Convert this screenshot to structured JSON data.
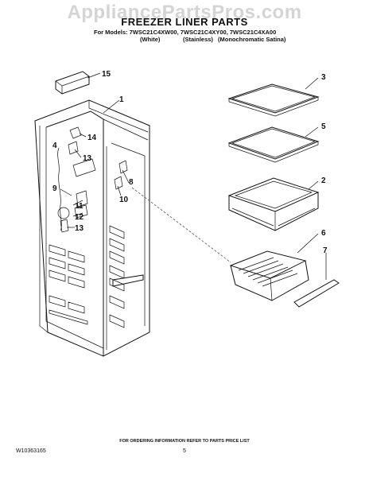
{
  "watermark": "AppliancePartsPros.com",
  "title": "FREEZER LINER PARTS",
  "models_line": "For Models: 7WSC21C4XW00, 7WSC21C4XY00, 7WSC21C4XA00",
  "variants": [
    "(White)",
    "(Stainless)",
    "(Monochromatic Satina)"
  ],
  "callouts": [
    "1",
    "2",
    "3",
    "4",
    "5",
    "6",
    "7",
    "8",
    "9",
    "10",
    "11",
    "12",
    "13",
    "13",
    "14",
    "15"
  ],
  "footer_note": "FOR ORDERING INFORMATION REFER TO PARTS PRICE LIST",
  "doc_number": "W10363165",
  "page_number": "5"
}
